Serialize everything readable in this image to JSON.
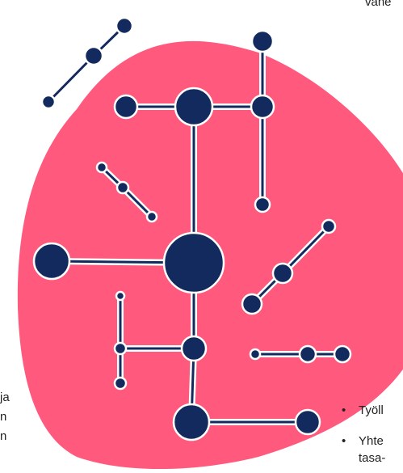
{
  "colors": {
    "blob": "#ff5a7e",
    "node_fill": "#132a5e",
    "link_fill": "#132a5e",
    "outline": "#ffffff",
    "text": "#222222"
  },
  "text_fragments": {
    "top_right": "vane",
    "left_line_1": "ja",
    "left_line_2": "n",
    "left_line_3": "n",
    "right_item_1": "Työll",
    "right_item_2_line_1": "Yhte",
    "right_item_2_line_2": "tasa-"
  },
  "bullet_glyph": "•"
}
